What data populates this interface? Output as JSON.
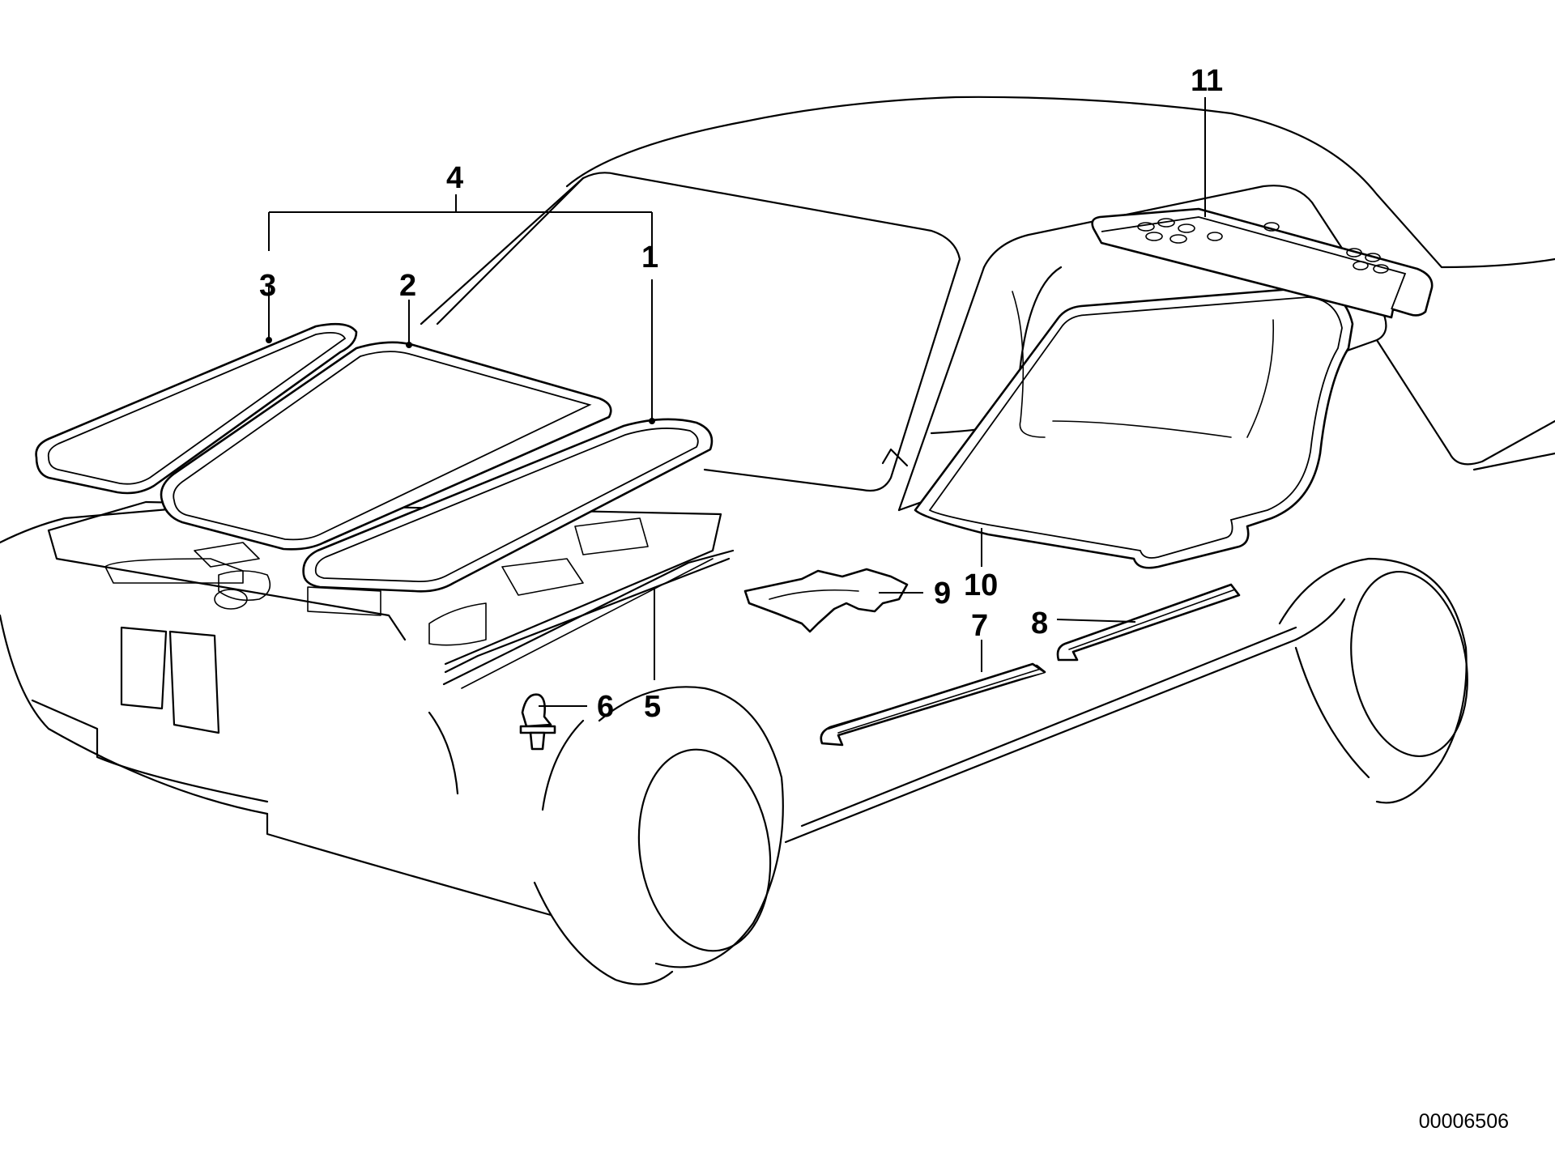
{
  "callouts": {
    "c1": "1",
    "c2": "2",
    "c3": "3",
    "c4": "4",
    "c5": "5",
    "c6": "6",
    "c7": "7",
    "c8": "8",
    "c9": "9",
    "c10": "10",
    "c11": "11"
  },
  "reference_number": "00006506"
}
